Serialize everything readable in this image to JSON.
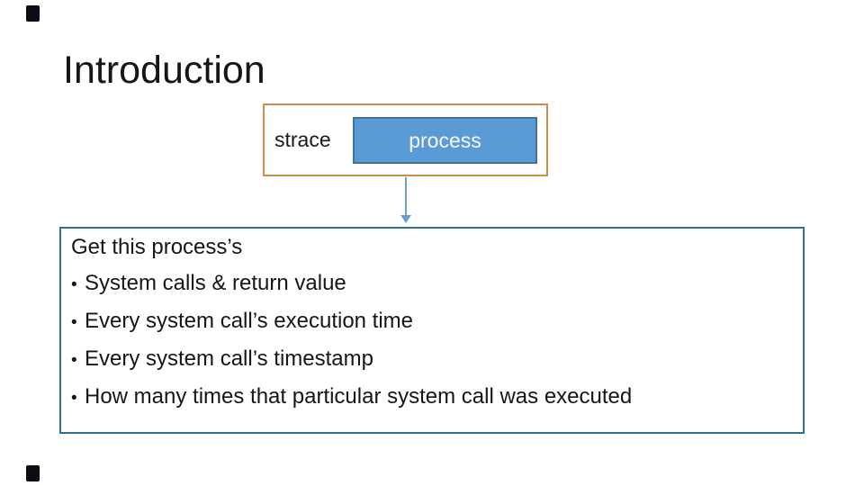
{
  "slide": {
    "title": "Introduction",
    "diagram": {
      "strace_label": "strace",
      "process_label": "process"
    },
    "content_box": {
      "heading_line": "Get this process’s",
      "bullet_char": "•",
      "bullets": [
        "System calls & return value",
        "Every system call’s execution time",
        "Every system call’s timestamp",
        "How many times that particular system call was executed"
      ]
    },
    "colors": {
      "strace_box_border": "#d08c47",
      "process_fill": "#5b9bd5",
      "process_border": "#41719c",
      "arrow": "#6d9cd3",
      "content_box_border": "#2e7096",
      "text": "#161616",
      "process_text": "#f4f8fc",
      "corner_mark": "#0c0c14",
      "background": "#ffffff"
    }
  }
}
